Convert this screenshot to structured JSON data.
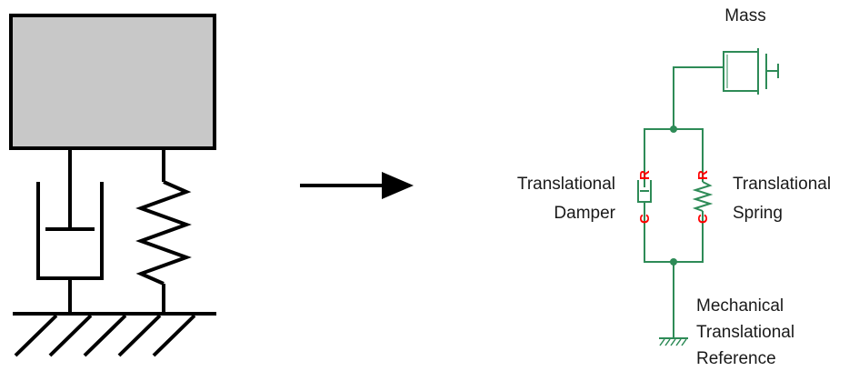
{
  "labels": {
    "mass": "Mass",
    "damper": [
      "Translational",
      "Damper"
    ],
    "spring": [
      "Translational",
      "Spring"
    ],
    "reference": [
      "Mechanical",
      "Translational",
      "Reference"
    ]
  },
  "ports": {
    "damper": [
      "C",
      "R"
    ],
    "spring": [
      "C",
      "R"
    ]
  },
  "colors": {
    "physical_line": "#2e8b57",
    "port_text": "#ff0000",
    "mass_fill": "#c8c8c8",
    "schematic_stroke": "#000000",
    "text": "#1a1a1a"
  }
}
